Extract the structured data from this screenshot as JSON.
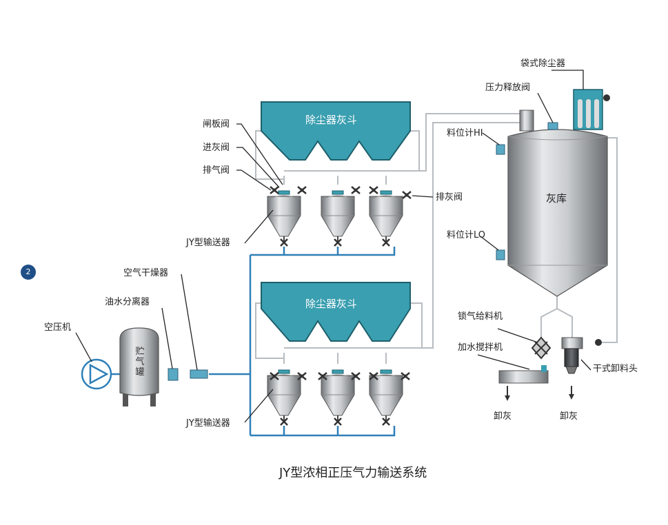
{
  "badge": "2",
  "hoppers": {
    "top": "除尘器灰斗",
    "bottom": "除尘器灰斗"
  },
  "labels": {
    "gate_valve": "闸板阀",
    "inlet_valve": "进灰阀",
    "vent_valve": "排气阀",
    "discharge_valve": "排灰阀",
    "conveyor_top": "JY型输送器",
    "conveyor_bottom": "JY型输送器",
    "air_dryer": "空气干燥器",
    "oil_water_separator": "油水分离器",
    "air_compressor": "空压机",
    "storage_tank": "贮气罐",
    "bag_filter": "袋式除尘器",
    "pressure_relief_valve": "压力释放阀",
    "level_hi": "料位计HI",
    "level_lo": "料位计LO",
    "silo": "灰库",
    "rotary_feeder": "锁气给料机",
    "wet_mixer": "加水搅拌机",
    "dry_unloader": "干式卸料头",
    "unload_left": "卸灰",
    "unload_right": "卸灰"
  },
  "caption": "JY型浓相正压气力输送系统",
  "colors": {
    "teal": "#3a9fb0",
    "pipe": "#2e7fb8",
    "line": "#b8bcc0",
    "valve": "#5aa9c4"
  }
}
